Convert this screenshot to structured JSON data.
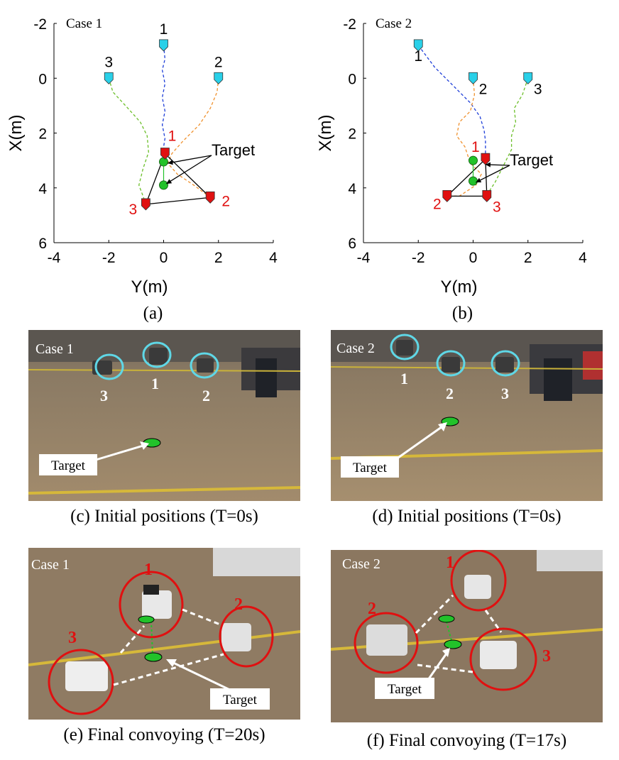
{
  "chart_data": [
    {
      "type": "line",
      "title": "Case 1",
      "xlabel": "Y(m)",
      "ylabel": "X(m)",
      "xlim": [
        -4,
        4
      ],
      "ylim": [
        -2,
        6
      ],
      "x_axis_positive_right": true,
      "y_axis_inverted": true,
      "xticks": [
        "-4",
        "-2",
        "0",
        "2",
        "4"
      ],
      "yticks": [
        "-2",
        "0",
        "2",
        "4",
        "6"
      ],
      "caption": "(a)",
      "target_label": "Target",
      "series": [
        {
          "id": "1",
          "color": "#1f3fd8",
          "start": [
            0,
            -1.2
          ],
          "end": [
            0.05,
            2.75
          ],
          "path": [
            [
              0,
              -1.2
            ],
            [
              0.05,
              -0.7
            ],
            [
              -0.05,
              -0.3
            ],
            [
              0.05,
              0.2
            ],
            [
              -0.05,
              0.7
            ],
            [
              0.05,
              1.2
            ],
            [
              -0.05,
              1.7
            ],
            [
              0.05,
              2.2
            ],
            [
              0,
              2.5
            ],
            [
              0.05,
              2.75
            ]
          ]
        },
        {
          "id": "2",
          "color": "#f0922f",
          "start": [
            2,
            0
          ],
          "end": [
            1.7,
            4.35
          ],
          "path": [
            [
              2,
              0
            ],
            [
              1.95,
              0.5
            ],
            [
              1.7,
              1.1
            ],
            [
              1.3,
              1.7
            ],
            [
              0.7,
              2.3
            ],
            [
              0.3,
              2.75
            ],
            [
              0.15,
              3.1
            ],
            [
              0.5,
              3.5
            ],
            [
              1.1,
              3.9
            ],
            [
              1.7,
              4.35
            ]
          ]
        },
        {
          "id": "3",
          "color": "#6cbf2a",
          "start": [
            -2,
            0
          ],
          "end": [
            -0.65,
            4.6
          ],
          "path": [
            [
              -2,
              0
            ],
            [
              -1.85,
              0.5
            ],
            [
              -1.3,
              1.1
            ],
            [
              -0.85,
              1.6
            ],
            [
              -0.6,
              2.1
            ],
            [
              -0.55,
              2.7
            ],
            [
              -0.75,
              3.3
            ],
            [
              -0.9,
              3.9
            ],
            [
              -0.75,
              4.3
            ],
            [
              -0.65,
              4.6
            ]
          ]
        }
      ],
      "target_points": [
        [
          0,
          3.05
        ],
        [
          0,
          3.9
        ]
      ],
      "formation": [
        [
          0.05,
          2.75
        ],
        [
          1.7,
          4.35
        ],
        [
          -0.65,
          4.6
        ]
      ]
    },
    {
      "type": "line",
      "title": "Case 2",
      "xlabel": "Y(m)",
      "ylabel": "X(m)",
      "xlim": [
        -4,
        4
      ],
      "ylim": [
        -2,
        6
      ],
      "x_axis_positive_right": true,
      "y_axis_inverted": true,
      "xticks": [
        "-4",
        "-2",
        "0",
        "2",
        "4"
      ],
      "yticks": [
        "-2",
        "0",
        "2",
        "4",
        "6"
      ],
      "caption": "(b)",
      "target_label": "Target",
      "series": [
        {
          "id": "1",
          "color": "#1f3fd8",
          "start": [
            -2,
            -1.2
          ],
          "end": [
            0.45,
            2.95
          ],
          "path": [
            [
              -2,
              -1.2
            ],
            [
              -1.4,
              -0.4
            ],
            [
              -0.7,
              0.3
            ],
            [
              -0.1,
              0.9
            ],
            [
              0.25,
              1.4
            ],
            [
              0.4,
              1.9
            ],
            [
              0.45,
              2.3
            ],
            [
              0.45,
              2.95
            ]
          ]
        },
        {
          "id": "2",
          "color": "#f0922f",
          "start": [
            0,
            0
          ],
          "end": [
            -0.95,
            4.3
          ],
          "path": [
            [
              0,
              0
            ],
            [
              0.05,
              0.6
            ],
            [
              -0.1,
              1.2
            ],
            [
              -0.5,
              1.6
            ],
            [
              -0.6,
              2.1
            ],
            [
              -0.3,
              2.5
            ],
            [
              -0.1,
              3.1
            ],
            [
              0.3,
              3.5
            ],
            [
              0.1,
              3.9
            ],
            [
              -0.5,
              4.3
            ],
            [
              -0.95,
              4.3
            ]
          ]
        },
        {
          "id": "3",
          "color": "#6cbf2a",
          "start": [
            2,
            0
          ],
          "end": [
            0.5,
            4.3
          ],
          "path": [
            [
              2,
              0
            ],
            [
              1.8,
              0.6
            ],
            [
              1.5,
              1.1
            ],
            [
              1.55,
              1.6
            ],
            [
              1.4,
              2.1
            ],
            [
              1.4,
              2.6
            ],
            [
              1.1,
              3.2
            ],
            [
              0.8,
              3.8
            ],
            [
              0.6,
              4.1
            ],
            [
              0.5,
              4.3
            ]
          ]
        }
      ],
      "target_points": [
        [
          0,
          3.0
        ],
        [
          0,
          3.75
        ]
      ],
      "formation": [
        [
          0.45,
          2.95
        ],
        [
          -0.95,
          4.3
        ],
        [
          0.5,
          4.3
        ]
      ]
    }
  ],
  "photos": {
    "c": {
      "case": "Case 1",
      "labels": [
        "1",
        "2",
        "3"
      ],
      "target": "Target",
      "caption": "(c) Initial positions (T=0s)"
    },
    "d": {
      "case": "Case 2",
      "labels": [
        "1",
        "2",
        "3"
      ],
      "target": "Target",
      "caption": "(d) Initial positions (T=0s)"
    },
    "e": {
      "case": "Case 1",
      "labels": [
        "1",
        "2",
        "3"
      ],
      "target": "Target",
      "caption": "(e) Final convoying (T=20s)"
    },
    "f": {
      "case": "Case 2",
      "labels": [
        "1",
        "2",
        "3"
      ],
      "target": "Target",
      "caption": "(f) Final convoying (T=17s)"
    }
  },
  "colors": {
    "start_marker": "#29d0e8",
    "end_marker": "#e01010",
    "target": "#22c22a",
    "highlight_circle": "#e01010",
    "initial_circle": "#5fd7e6"
  }
}
